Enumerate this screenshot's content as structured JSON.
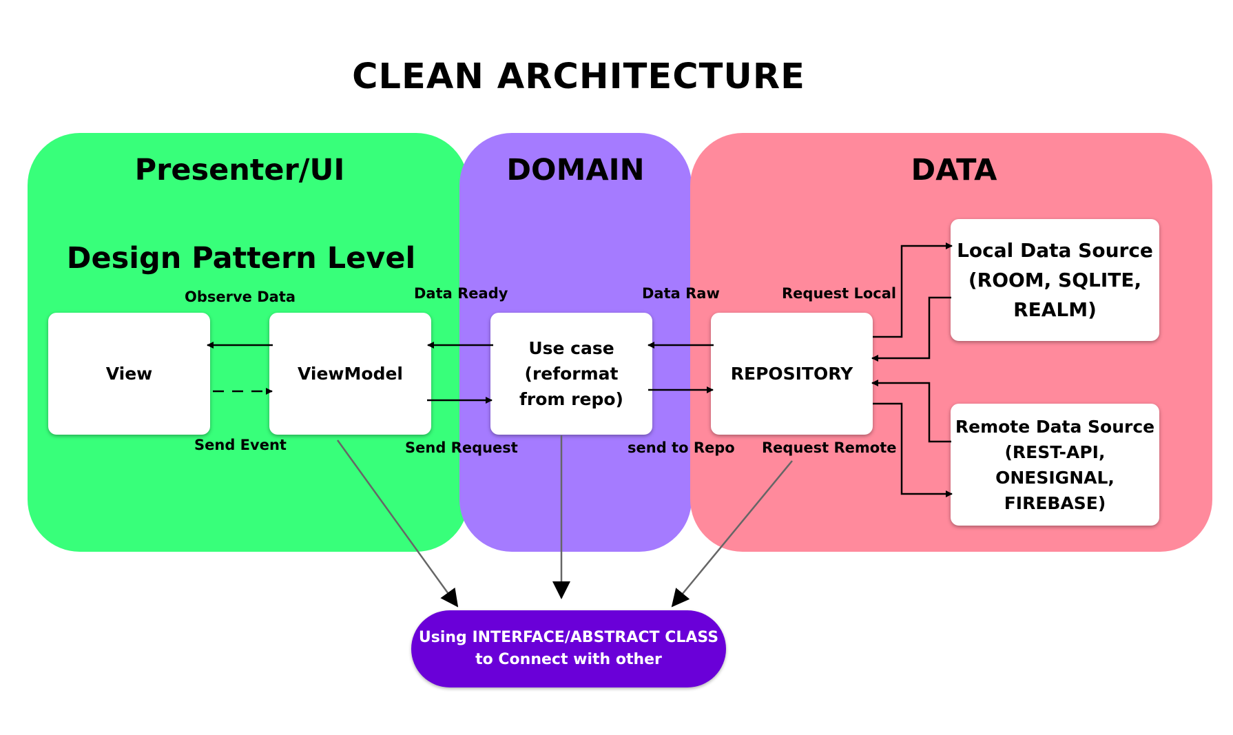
{
  "title": "CLEAN ARCHITECTURE",
  "layers": {
    "ui": {
      "title": "Presenter/UI",
      "subtitle": "Design Pattern Level",
      "color": "#38ff7a"
    },
    "domain": {
      "title": "DOMAIN",
      "color": "#a57bff"
    },
    "data": {
      "title": "DATA",
      "color": "#ff8a9c"
    }
  },
  "boxes": {
    "view": "View",
    "viewmodel": "ViewModel",
    "usecase": [
      "Use case",
      "(reformat",
      "from repo)"
    ],
    "repository": "REPOSITORY",
    "local": [
      "Local Data Source",
      "(ROOM, SQLITE,",
      "REALM)"
    ],
    "remote": [
      "Remote Data Source",
      "(REST-API,",
      "ONESIGNAL,",
      "FIREBASE)"
    ]
  },
  "labels": {
    "observe_data": "Observe Data",
    "send_event": "Send Event",
    "data_ready": "Data Ready",
    "send_request": "Send Request",
    "data_raw": "Data Raw",
    "send_to_repo": "send to Repo",
    "request_local": "Request Local",
    "request_remote": "Request Remote"
  },
  "interface": [
    "Using INTERFACE/ABSTRACT CLASS",
    "to Connect with other"
  ],
  "colors": {
    "interface_pill": "#6a00d8",
    "arrow": "#000000",
    "connector": "#666666"
  }
}
